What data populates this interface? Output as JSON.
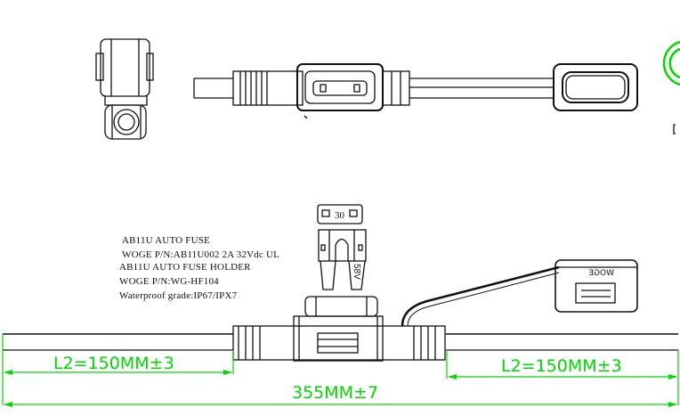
{
  "notes": [
    "AB11U AUTO FUSE",
    "WOGE P/N:AB11U002 2A 32Vdc UL",
    "AB11U AUTO FUSE HOLDER",
    "WOGE P/N:WG-HF104",
    "Waterproof grade:IP67/IPX7"
  ],
  "fuse": {
    "rating": "30",
    "voltage": "58V"
  },
  "cap_logo": "WOGE",
  "dimensions": {
    "left_lead": "L2=150MM±3",
    "right_lead": "L2=150MM±3",
    "overall": "355MM±7"
  },
  "colors": {
    "dimension": "#00d800",
    "line": "#111111"
  }
}
